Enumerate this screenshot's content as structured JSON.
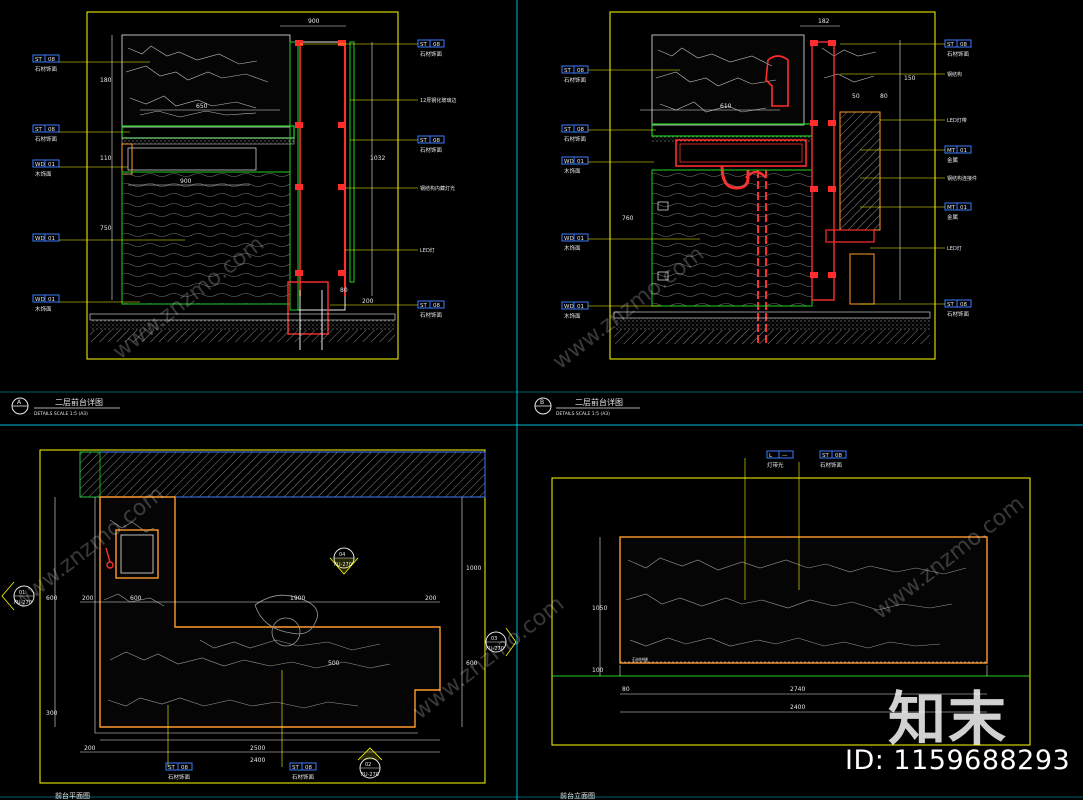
{
  "drawing": {
    "colors": {
      "background": "#000000",
      "frame": "#ffff00",
      "divider": "#00bcd4",
      "red": "#ff2d2d",
      "green": "#1fd21f",
      "orange": "#ff9a2e",
      "white": "#e8e8e8",
      "label_blue": "#3b7bff",
      "label_cyan": "#00e5ff"
    },
    "panels": [
      {
        "title": "二层前台详图",
        "letter": "A",
        "subtitle": "DETAILS    SCALE 1:5 (A3)",
        "dims": {
          "top_width": "900",
          "left_650": "650",
          "left_900": "900",
          "mid_1032": "1032",
          "bottom_80": "80",
          "bottom_200": "200",
          "v_750": "750",
          "v_180": "180",
          "v_110": "110"
        },
        "callouts_left": [
          {
            "code": "ST",
            "num": "08",
            "text": "石材饰面"
          },
          {
            "code": "ST",
            "num": "08",
            "text": "石材饰面"
          },
          {
            "code": "WD",
            "num": "01",
            "text": "木饰面"
          },
          {
            "code": "WD",
            "num": "01",
            "text": ""
          },
          {
            "code": "WD",
            "num": "01",
            "text": "木饰面"
          }
        ],
        "callouts_right": [
          {
            "code": "ST",
            "num": "08",
            "text": "石材饰面"
          },
          {
            "code": "ST",
            "num": "08",
            "text": "石材饰面"
          },
          {
            "code": "ST",
            "num": "08",
            "text": "石材饰面"
          }
        ],
        "notes": [
          "12厚钢化玻璃边",
          "钢结构内藏灯光",
          "LED灯"
        ]
      },
      {
        "title": "二层前台详图",
        "letter": "B",
        "subtitle": "DETAILS    SCALE 1:5 (A3)",
        "dims": {
          "top_width": "182",
          "w_610": "610",
          "w_50": "50",
          "w_80": "80",
          "h_150": "150",
          "h_760": "760"
        },
        "callouts_left": [
          {
            "code": "ST",
            "num": "08",
            "text": "石材饰面"
          },
          {
            "code": "ST",
            "num": "08",
            "text": "石材饰面"
          },
          {
            "code": "WD",
            "num": "01",
            "text": "木饰面"
          },
          {
            "code": "WD",
            "num": "01",
            "text": "木饰面"
          },
          {
            "code": "WD",
            "num": "01",
            "text": "木饰面"
          }
        ],
        "callouts_right": [
          {
            "code": "ST",
            "num": "08",
            "text": "石材饰面"
          },
          {
            "code": "MT",
            "num": "01",
            "text": "金属"
          },
          {
            "code": "MT",
            "num": "01",
            "text": "金属"
          },
          {
            "code": "ST",
            "num": "08",
            "text": "石材饰面"
          }
        ],
        "notes": [
          "钢结构",
          "LED灯带",
          "钢结构连接件",
          "LED灯"
        ]
      },
      {
        "title": "前台平面图",
        "dims": {
          "top_1900": "1900",
          "left_200": "200",
          "mid_600": "600",
          "right_200": "200",
          "bottom_2500": "2500",
          "bottom_2400": "2400",
          "bottom_200": "200",
          "right_1000": "1000",
          "right_600": "600",
          "v_600": "600",
          "v_300": "300",
          "v_500": "500"
        },
        "section_marks": [
          {
            "id": "04",
            "ref": "FU-270",
            "pos": "center-top"
          },
          {
            "id": "01",
            "ref": "FU-270",
            "pos": "left"
          },
          {
            "id": "03",
            "ref": "FU-270",
            "pos": "right"
          },
          {
            "id": "02",
            "ref": "FU-270",
            "pos": "bottom"
          }
        ],
        "callouts": [
          {
            "code": "ST",
            "num": "08",
            "text": "石材饰面"
          },
          {
            "code": "ST",
            "num": "08",
            "text": "石材饰面"
          }
        ]
      },
      {
        "title": "前台立面图",
        "dims": {
          "w_2740": "2740",
          "w_2400": "2400",
          "l_80": "80",
          "h_1050": "1050",
          "h_100": "100"
        },
        "callouts": [
          {
            "code": "L",
            "num": "—",
            "text": "灯带光"
          },
          {
            "code": "ST",
            "num": "08",
            "text": "石材饰面"
          }
        ],
        "joint_label": "石材拼缝"
      }
    ]
  },
  "watermark": {
    "logo_text": "知末",
    "id_text": "ID: 1159688293",
    "diag_text": "www.znzmo.com"
  }
}
